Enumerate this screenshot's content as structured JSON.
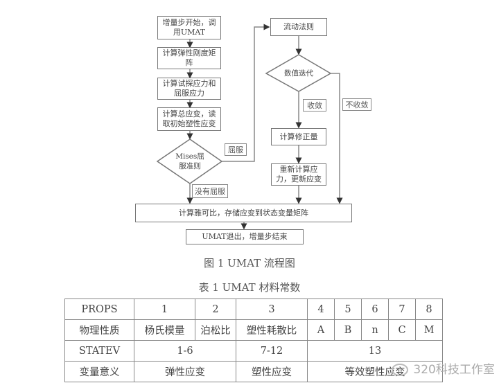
{
  "flowchart": {
    "left_column": [
      "增量步开始，调用UMAT",
      "计算弹性刚度矩阵",
      "计算试探应力和屈服应力",
      "计算总应变，读取初始塑性应变"
    ],
    "decision_mises": {
      "line1": "Mises屈",
      "line2": "服准则"
    },
    "label_yield": "屈服",
    "label_no_yield": "没有屈服",
    "flow_rule": "流动法则",
    "decision_iter": "数值迭代",
    "label_converge": "收敛",
    "label_not_converge": "不收敛",
    "compute_correction": "计算修正量",
    "recompute": {
      "line1": "重新计算应",
      "line2": "力，更新应变"
    },
    "jacobian": "计算雅可比，存储应变到状态变量矩阵",
    "exit": "UMAT退出，增量步结束"
  },
  "figure_caption": "图 1 UMAT 流程图",
  "table_caption": "表 1 UMAT 材料常数",
  "table": {
    "row1": [
      "PROPS",
      "1",
      "2",
      "3",
      "4",
      "5",
      "6",
      "7",
      "8"
    ],
    "row2": [
      "物理性质",
      "杨氏模量",
      "泊松比",
      "塑性耗散比",
      "A",
      "B",
      "n",
      "C",
      "M"
    ],
    "row3": [
      "STATEV",
      "1-6",
      "7-12",
      "13"
    ],
    "row4": [
      "变量意义",
      "弹性应变",
      "塑性应变",
      "等效塑性应变"
    ]
  },
  "watermark": "320科技工作室"
}
